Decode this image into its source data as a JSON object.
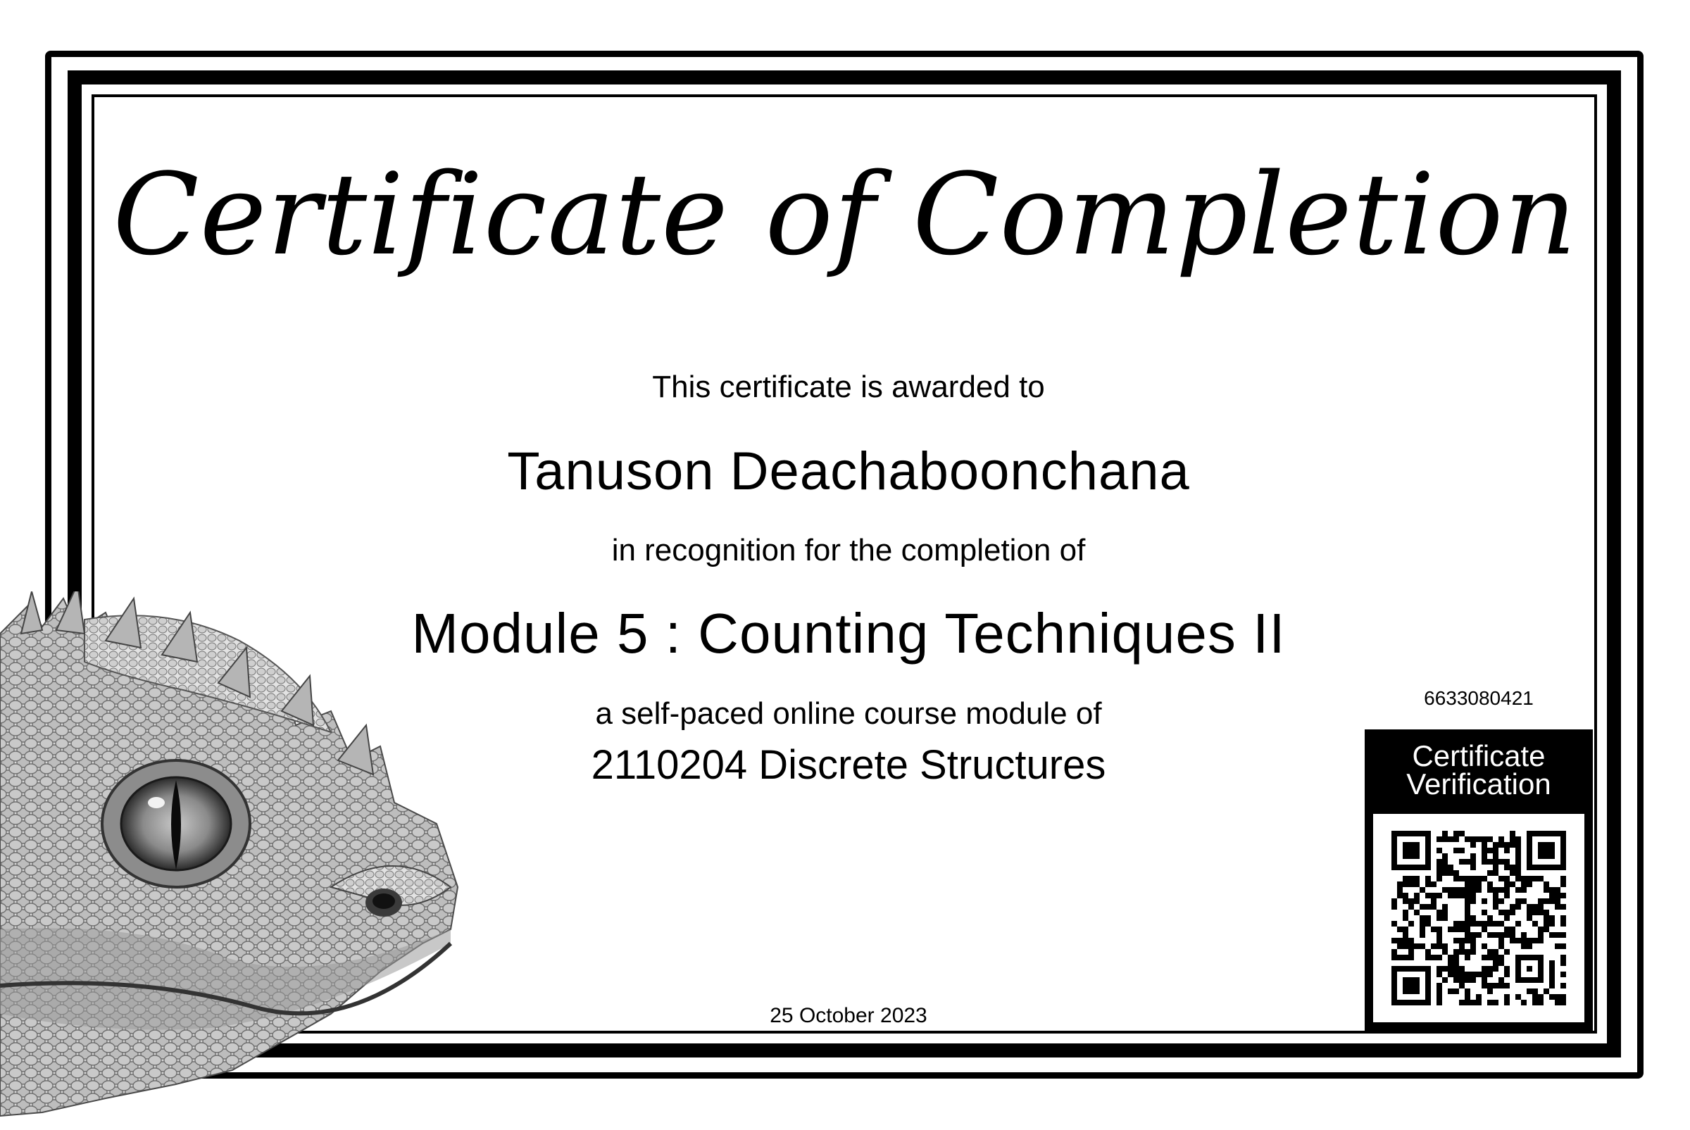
{
  "certificate": {
    "title": "Certificate of Completion",
    "awarded_text": "This certificate is awarded to",
    "recipient_name": "Tanuson Deachaboonchana",
    "recognition_text": "in recognition for the completion of",
    "module_title": "Module 5 : Counting Techniques II",
    "course_intro": "a self-paced online course module of",
    "course_name": "2110204 Discrete Structures",
    "date": "25 October 2023"
  },
  "verification": {
    "certificate_id": "6633080421",
    "label_line1": "Certificate",
    "label_line2": "Verification",
    "qr_icon": "qr-code-icon"
  },
  "illustration": {
    "icon": "lizard-head-icon"
  },
  "colors": {
    "border": "#000000",
    "background": "#ffffff",
    "text": "#000000"
  }
}
